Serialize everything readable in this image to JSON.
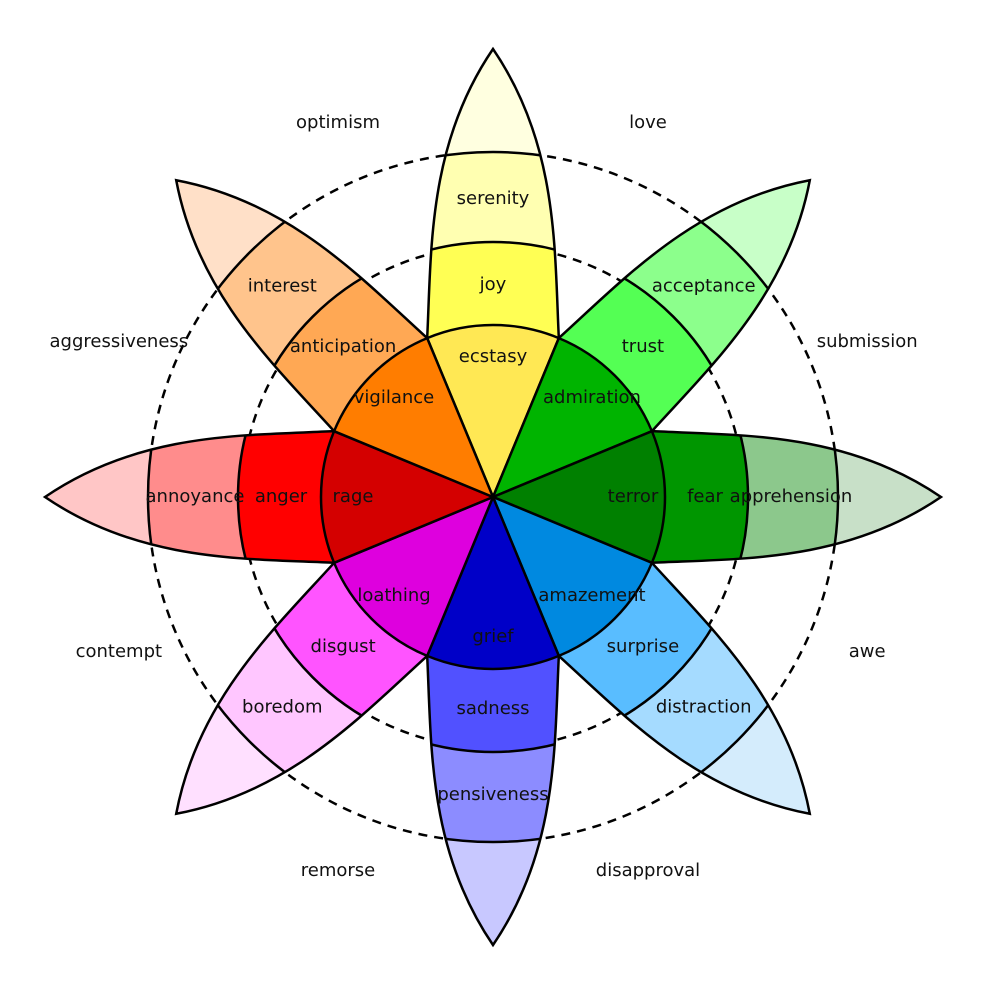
{
  "diagram": {
    "title": "Plutchik wheel of emotions",
    "petals": [
      {
        "id": "joy",
        "angle_deg": 0,
        "colors": [
          "#ffe854",
          "#ffff54",
          "#ffffb1",
          "#ffffe0"
        ],
        "labels": [
          "ecstasy",
          "joy",
          "serenity"
        ]
      },
      {
        "id": "trust",
        "angle_deg": 45,
        "colors": [
          "#00b400",
          "#54ff54",
          "#8cff8c",
          "#c8ffc8"
        ],
        "labels": [
          "admiration",
          "trust",
          "acceptance"
        ]
      },
      {
        "id": "fear",
        "angle_deg": 90,
        "colors": [
          "#008000",
          "#009600",
          "#8cc88c",
          "#c8e0c8"
        ],
        "labels": [
          "terror",
          "fear",
          "apprehension"
        ]
      },
      {
        "id": "surprise",
        "angle_deg": 135,
        "colors": [
          "#0089e0",
          "#59bdff",
          "#a5dbff",
          "#d4ecfc"
        ],
        "labels": [
          "amazement",
          "surprise",
          "distraction"
        ]
      },
      {
        "id": "sadness",
        "angle_deg": 180,
        "colors": [
          "#0000c8",
          "#5151ff",
          "#8c8cff",
          "#c8c8ff"
        ],
        "labels": [
          "grief",
          "sadness",
          "pensiveness"
        ]
      },
      {
        "id": "disgust",
        "angle_deg": 225,
        "colors": [
          "#de00de",
          "#ff54ff",
          "#ffc6ff",
          "#ffe0ff"
        ],
        "labels": [
          "loathing",
          "disgust",
          "boredom"
        ]
      },
      {
        "id": "anger",
        "angle_deg": 270,
        "colors": [
          "#d40000",
          "#ff0000",
          "#ff8c8c",
          "#ffc6c6"
        ],
        "labels": [
          "rage",
          "anger",
          "annoyance"
        ]
      },
      {
        "id": "anticipation",
        "angle_deg": 315,
        "colors": [
          "#ff7d00",
          "#ffa854",
          "#ffc48c",
          "#ffe0c8"
        ],
        "labels": [
          "vigilance",
          "anticipation",
          "interest"
        ]
      }
    ],
    "dyads": [
      {
        "label": "love",
        "angle_deg": 22.5
      },
      {
        "label": "submission",
        "angle_deg": 67.5
      },
      {
        "label": "awe",
        "angle_deg": 112.5
      },
      {
        "label": "disapproval",
        "angle_deg": 157.5
      },
      {
        "label": "remorse",
        "angle_deg": 202.5
      },
      {
        "label": "contempt",
        "angle_deg": 247.5
      },
      {
        "label": "aggressiveness",
        "angle_deg": 292.5
      },
      {
        "label": "optimism",
        "angle_deg": 337.5
      }
    ],
    "stroke_color": "#000000",
    "background": "#ffffff"
  }
}
